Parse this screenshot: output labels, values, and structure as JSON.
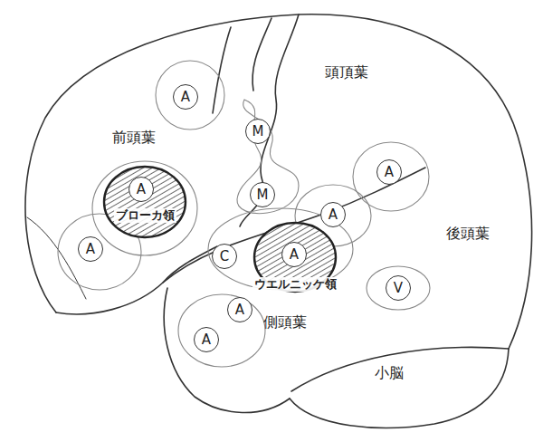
{
  "diagram": {
    "nodes": [
      {
        "text": [
          "A"
        ]
      },
      {
        "text": [
          "M"
        ]
      },
      {
        "text": [
          "ブローカ領"
        ]
      },
      {
        "text": [
          "A"
        ],
        "in": 2
      },
      {
        "text": [
          "A"
        ]
      },
      {
        "text": [
          "M"
        ]
      },
      {
        "text": [
          "A"
        ]
      },
      {
        "text": [
          "A"
        ]
      },
      {
        "text": [
          "C"
        ]
      },
      {
        "text": [
          "ウエルニッケ領"
        ]
      },
      {
        "text": [
          "A"
        ],
        "in": 9
      },
      {
        "text": [
          "V"
        ]
      },
      {
        "text": [
          "A"
        ]
      },
      {
        "text": [
          "A"
        ]
      }
    ],
    "labels": [
      "前頭葉",
      "頭頂葉",
      "後頭葉",
      "側頭葉",
      "小脳"
    ]
  }
}
